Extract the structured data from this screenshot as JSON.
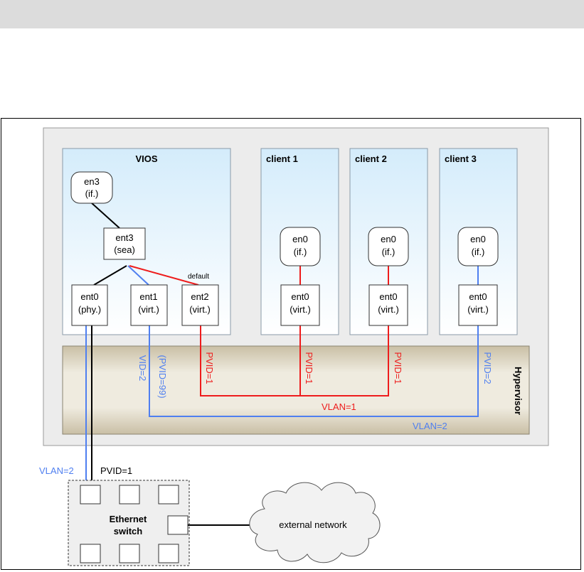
{
  "diagram": {
    "vios": {
      "title": "VIOS"
    },
    "clients": [
      {
        "title": "client 1",
        "if_name": "en0",
        "if_type": "(if.)",
        "adapter_name": "ent0",
        "adapter_type": "(virt.)",
        "pvid": "PVID=1"
      },
      {
        "title": "client 2",
        "if_name": "en0",
        "if_type": "(if.)",
        "adapter_name": "ent0",
        "adapter_type": "(virt.)",
        "pvid": "PVID=1"
      },
      {
        "title": "client 3",
        "if_name": "en0",
        "if_type": "(if.)",
        "adapter_name": "ent0",
        "adapter_type": "(virt.)",
        "pvid": "PVID=2"
      }
    ],
    "vios_nodes": {
      "en3": {
        "name": "en3",
        "type": "(if.)"
      },
      "ent3": {
        "name": "ent3",
        "type": "(sea)"
      },
      "ent0": {
        "name": "ent0",
        "type": "(phy.)"
      },
      "ent1": {
        "name": "ent1",
        "type": "(virt.)"
      },
      "ent2": {
        "name": "ent2",
        "type": "(virt.)"
      }
    },
    "default_label": "default",
    "ent1_vid": "VID=2",
    "ent1_pvid": "(PVID=99)",
    "ent2_pvid": "PVID=1",
    "hypervisor_label": "Hypervisor",
    "vlan1_label": "VLAN=1",
    "vlan2_label": "VLAN=2",
    "switch": {
      "line1": "Ethernet",
      "line2": "switch",
      "vlan_label": "VLAN=2",
      "pvid_label": "PVID=1"
    },
    "external_network": "external network",
    "colors": {
      "red": "#ee1c1c",
      "blue": "#4f7ff0",
      "panel_top": "#d4ecfb",
      "hypervisor": "#e6dfcf",
      "outer": "#ececec"
    }
  }
}
